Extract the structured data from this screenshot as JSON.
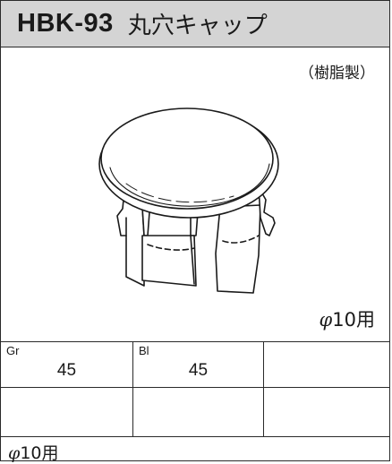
{
  "header": {
    "code": "HBK-93",
    "name": "丸穴キャップ"
  },
  "material": "（樹脂製）",
  "illustration": {
    "icon": "round-hole-cap-illustration"
  },
  "size_label": {
    "symbol": "φ",
    "text": "10用"
  },
  "table": {
    "rows": [
      [
        {
          "label": "Gr",
          "value": "45"
        },
        {
          "label": "Bl",
          "value": "45"
        },
        {
          "label": "",
          "value": ""
        }
      ],
      [
        {
          "label": "",
          "value": ""
        },
        {
          "label": "",
          "value": ""
        },
        {
          "label": "",
          "value": ""
        }
      ]
    ]
  },
  "footer": {
    "symbol": "φ",
    "text": "10用"
  }
}
